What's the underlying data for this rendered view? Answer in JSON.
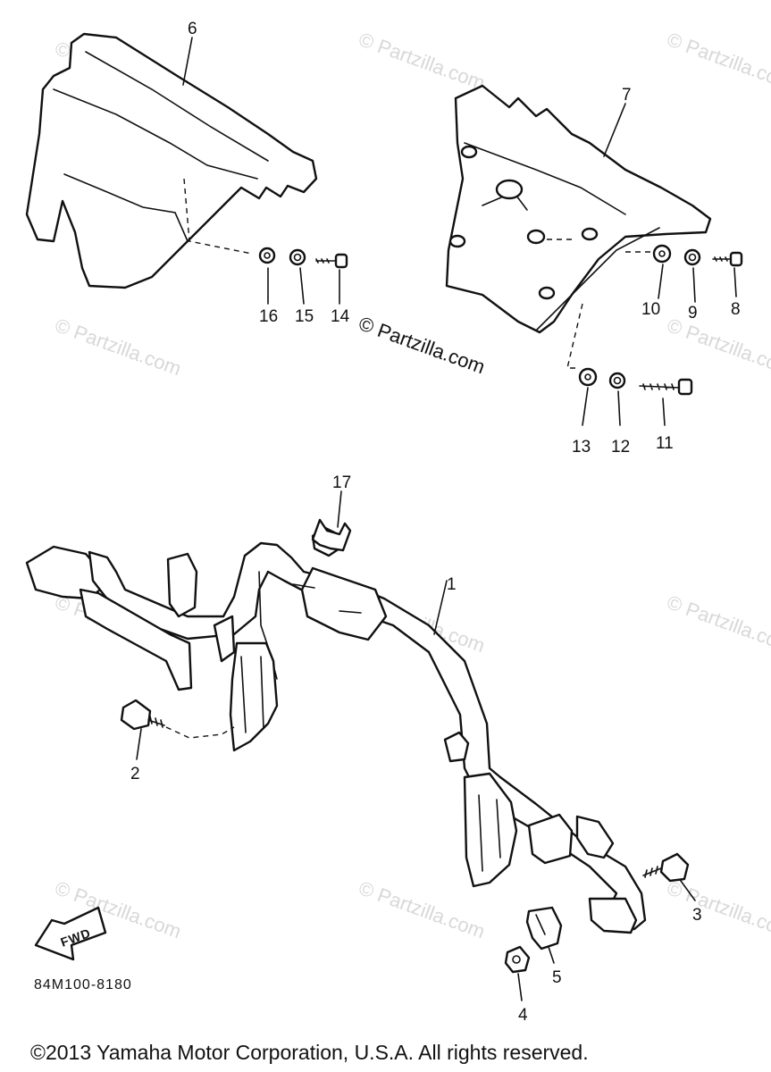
{
  "callouts": [
    "1",
    "2",
    "3",
    "4",
    "5",
    "6",
    "7",
    "8",
    "9",
    "10",
    "11",
    "12",
    "13",
    "14",
    "15",
    "16",
    "17"
  ],
  "watermark": "© Partzilla.com",
  "fwd_label": "FWD",
  "diagram_code": "84M100-8180",
  "copyright": "©2013 Yamaha Motor Corporation, U.S.A. All rights reserved."
}
